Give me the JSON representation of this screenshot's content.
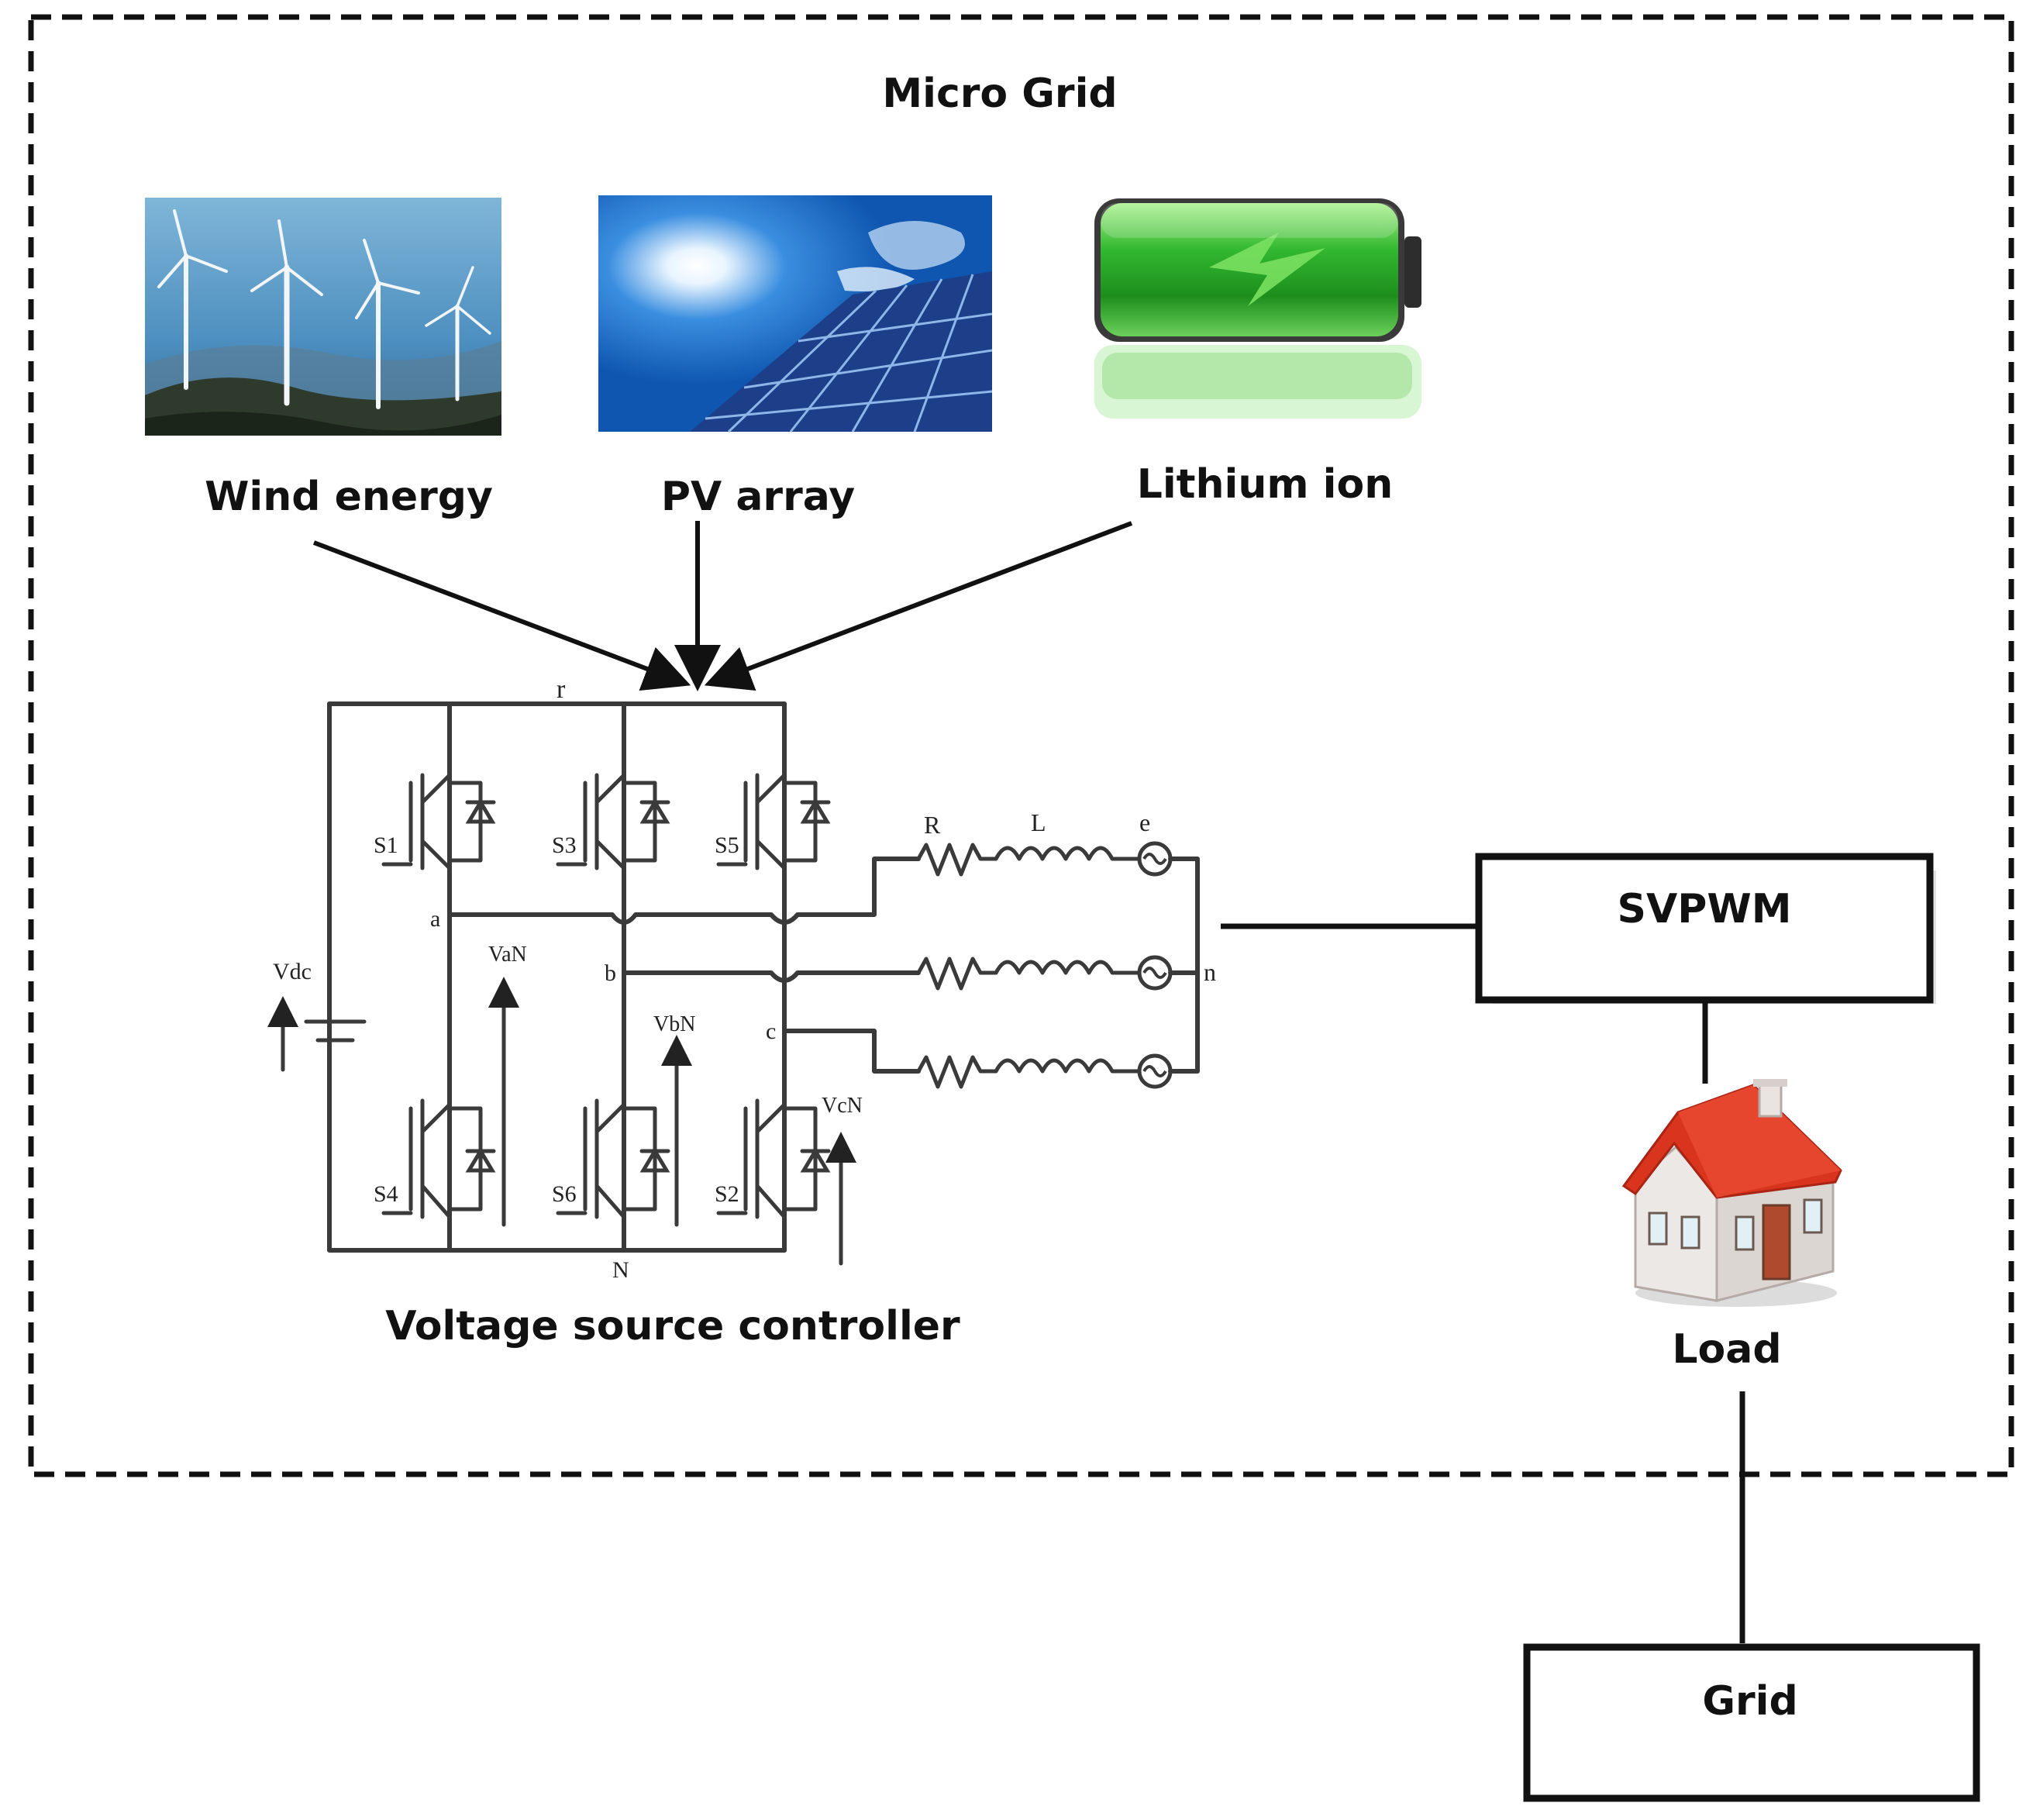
{
  "title": "Micro Grid",
  "sources": [
    {
      "label": "Wind energy",
      "icon": "wind-turbines-photo"
    },
    {
      "label": "PV array",
      "icon": "solar-panel-photo"
    },
    {
      "label": "Lithium ion",
      "icon": "battery-icon"
    }
  ],
  "inverter": {
    "caption": "Voltage source controller",
    "top_rail_label": "r",
    "dc_voltage_label": "Vdc",
    "switches": [
      "S1",
      "S3",
      "S5",
      "S4",
      "S6",
      "S2"
    ],
    "phase_nodes": [
      "a",
      "b",
      "c"
    ],
    "neutral_label": "N",
    "phase_voltages": [
      "VaN",
      "VbN",
      "VcN"
    ],
    "filter_labels": {
      "resistor": "R",
      "inductor": "L",
      "source": "e"
    },
    "star_point_label": "n"
  },
  "svpwm": {
    "label": "SVPWM"
  },
  "load": {
    "label": "Load",
    "icon": "house-icon"
  },
  "grid": {
    "label": "Grid"
  },
  "colors": {
    "ink": "#111111",
    "wire": "#3a3a3a",
    "battery_green": "#3cc43c",
    "roof_red": "#d9341e",
    "sky_blue": "#2a7fd4"
  }
}
